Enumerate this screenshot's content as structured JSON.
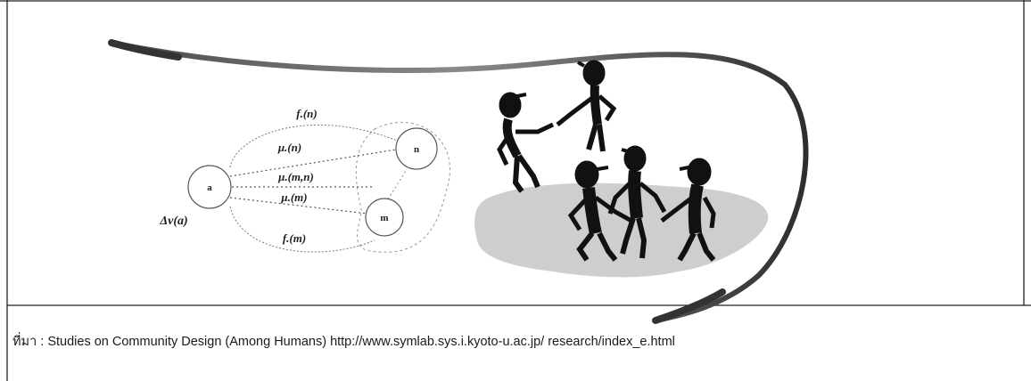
{
  "diagram": {
    "nodes": [
      {
        "id": "a",
        "label": "a"
      },
      {
        "id": "n",
        "label": "n"
      },
      {
        "id": "m",
        "label": "m"
      }
    ],
    "edges": [
      {
        "label": "f.(n)"
      },
      {
        "label": "μ.(n)"
      },
      {
        "label": "μ.(m,n)"
      },
      {
        "label": "μ.(m)"
      },
      {
        "label": "f.(m)"
      }
    ],
    "node_value_label": "Δv(a)"
  },
  "caption": {
    "prefix": "ที่มา",
    "text": " : Studies on Community Design (Among Humans) http://www.symlab.sys.i.kyoto-u.ac.jp/ research/index_e.html"
  }
}
